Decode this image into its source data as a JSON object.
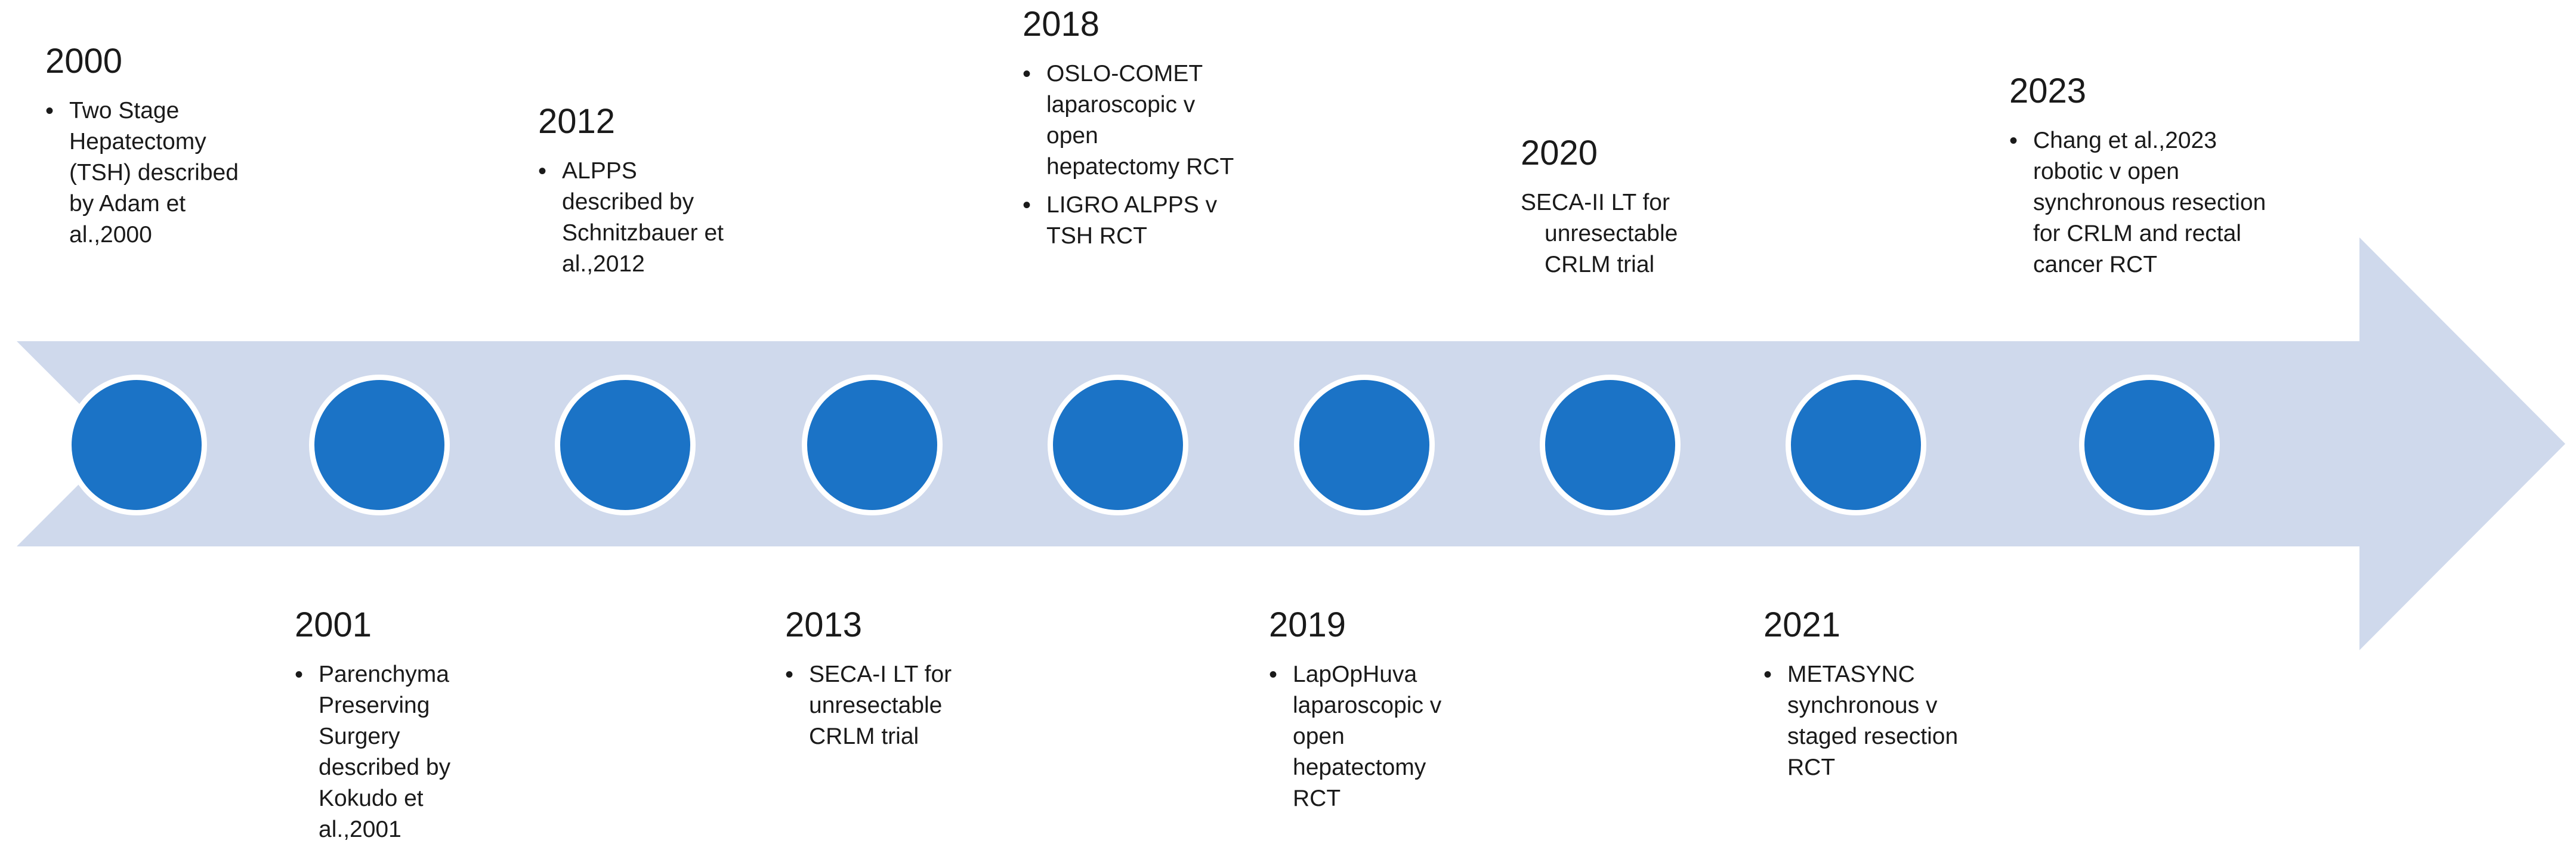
{
  "colors": {
    "arrow": "#cfd9ec",
    "node": "#1b73c6",
    "node_border": "#ffffff",
    "text": "#1a1a1a"
  },
  "events": [
    {
      "year": "2000",
      "items": [
        "Two Stage Hepatectomy (TSH) described by Adam et al.,2000"
      ]
    },
    {
      "year": "2001",
      "items": [
        "Parenchyma Preserving Surgery described by Kokudo et al.,2001"
      ]
    },
    {
      "year": "2012",
      "items": [
        "ALPPS described by Schnitzbauer et al.,2012"
      ]
    },
    {
      "year": "2013",
      "items": [
        "SECA-I LT for unresectable CRLM trial"
      ]
    },
    {
      "year": "2018",
      "items": [
        "OSLO-COMET laparoscopic v open hepatectomy RCT",
        "LIGRO ALPPS v TSH RCT"
      ]
    },
    {
      "year": "2019",
      "items": [
        "LapOpHuva laparoscopic v open hepatectomy RCT"
      ]
    },
    {
      "year": "2020",
      "text": "SECA-II LT for unresectable CRLM trial"
    },
    {
      "year": "2021",
      "items": [
        "METASYNC synchronous v staged resection RCT"
      ]
    },
    {
      "year": "2023",
      "items": [
        "Chang et al.,2023 robotic v open synchronous resection for CRLM and rectal cancer RCT"
      ]
    }
  ]
}
